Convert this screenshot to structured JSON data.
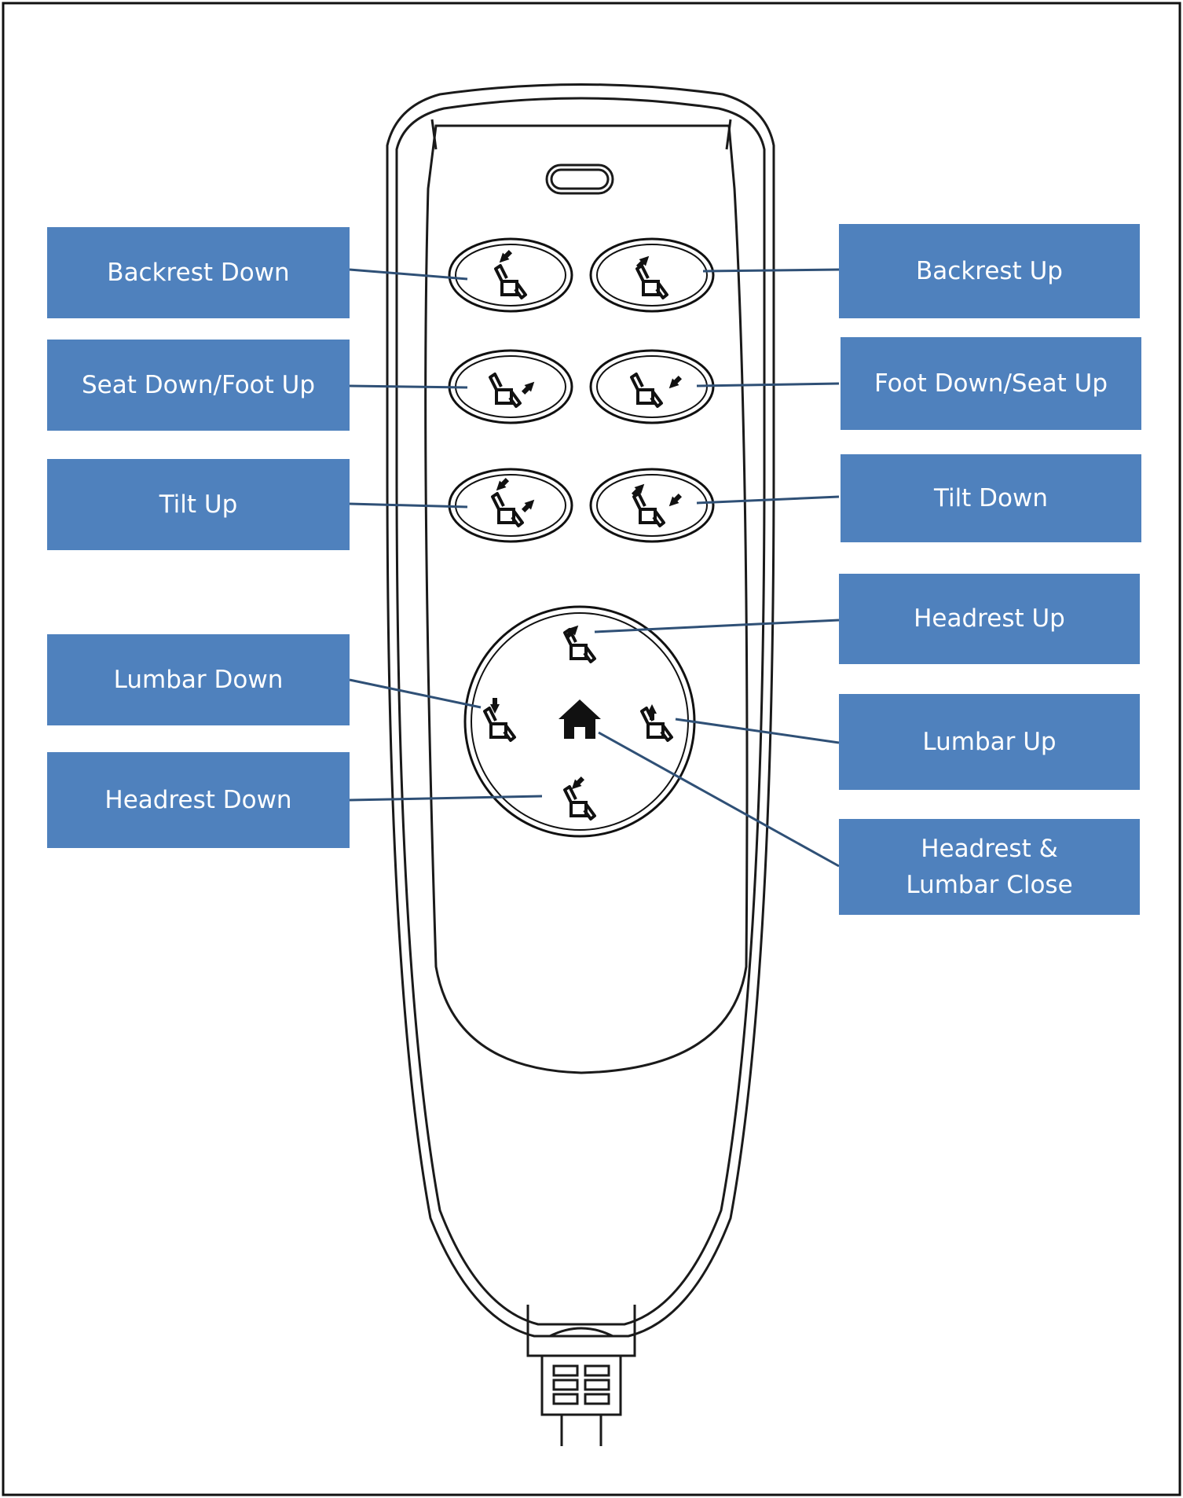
{
  "labels": {
    "backrest_down": "Backrest Down",
    "backrest_up": "Backrest Up",
    "seat_down_foot_up": "Seat Down/Foot Up",
    "foot_down_seat_up": "Foot Down/Seat Up",
    "tilt_up": "Tilt Up",
    "tilt_down": "Tilt Down",
    "headrest_up": "Headrest Up",
    "lumbar_down": "Lumbar Down",
    "lumbar_up": "Lumbar Up",
    "headrest_down": "Headrest Down",
    "headrest_lumbar_close": "Headrest & Lumbar Close"
  },
  "colors": {
    "label_fill": "#4f81bd",
    "label_text": "#ffffff",
    "leader_line": "#2f5076",
    "outline": "#1a1a1a"
  },
  "icons": {
    "buttons": "recliner-chair-icon",
    "home": "home-icon"
  }
}
